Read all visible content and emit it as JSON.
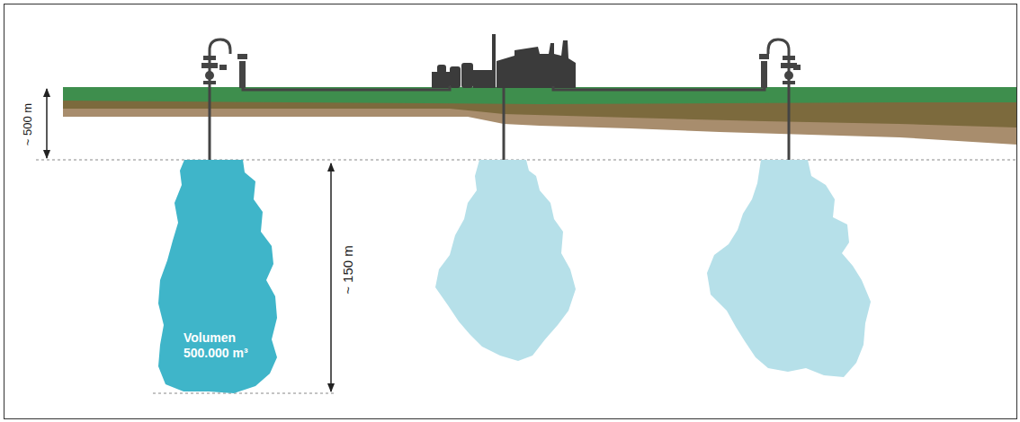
{
  "diagram": {
    "nodes": [
      {
        "text": [
          "Volumen 500.000 m³"
        ]
      }
    ],
    "labels": [
      "~ 500 m",
      "~ 150 m"
    ]
  }
}
